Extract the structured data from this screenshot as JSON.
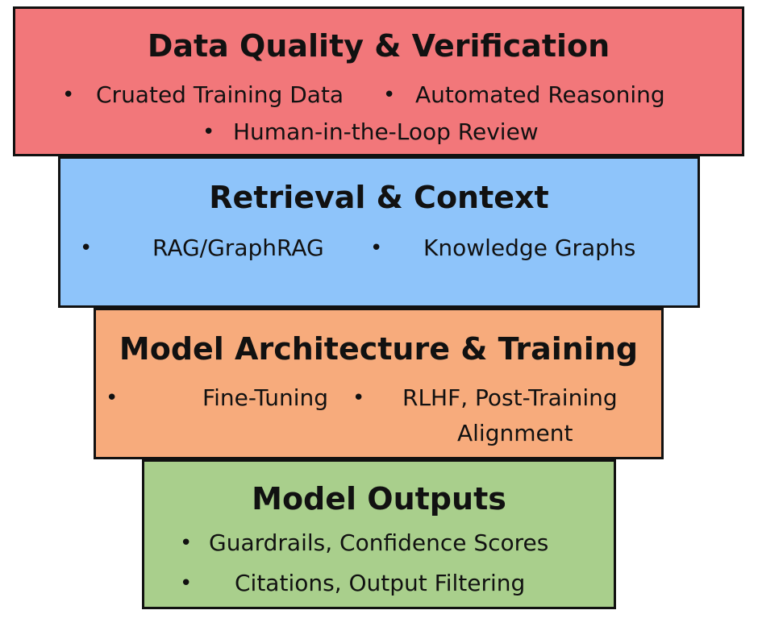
{
  "layers": [
    {
      "title": "Data Quality & Verification",
      "color": "#f2777a",
      "items": [
        "Cruated Training Data",
        "Automated Reasoning",
        "Human-in-the-Loop Review"
      ]
    },
    {
      "title": "Retrieval & Context",
      "color": "#8ec4fa",
      "items": [
        "RAG/GraphRAG",
        "Knowledge Graphs"
      ]
    },
    {
      "title": "Model Architecture & Training",
      "color": "#f7ab7c",
      "items": [
        "Fine-Tuning",
        "RLHF, Post-Training",
        "Alignment"
      ]
    },
    {
      "title": "Model Outputs",
      "color": "#a9cf8c",
      "items": [
        "Guardrails, Confidence Scores",
        "Citations, Output Filtering"
      ]
    }
  ],
  "bullet": "•"
}
